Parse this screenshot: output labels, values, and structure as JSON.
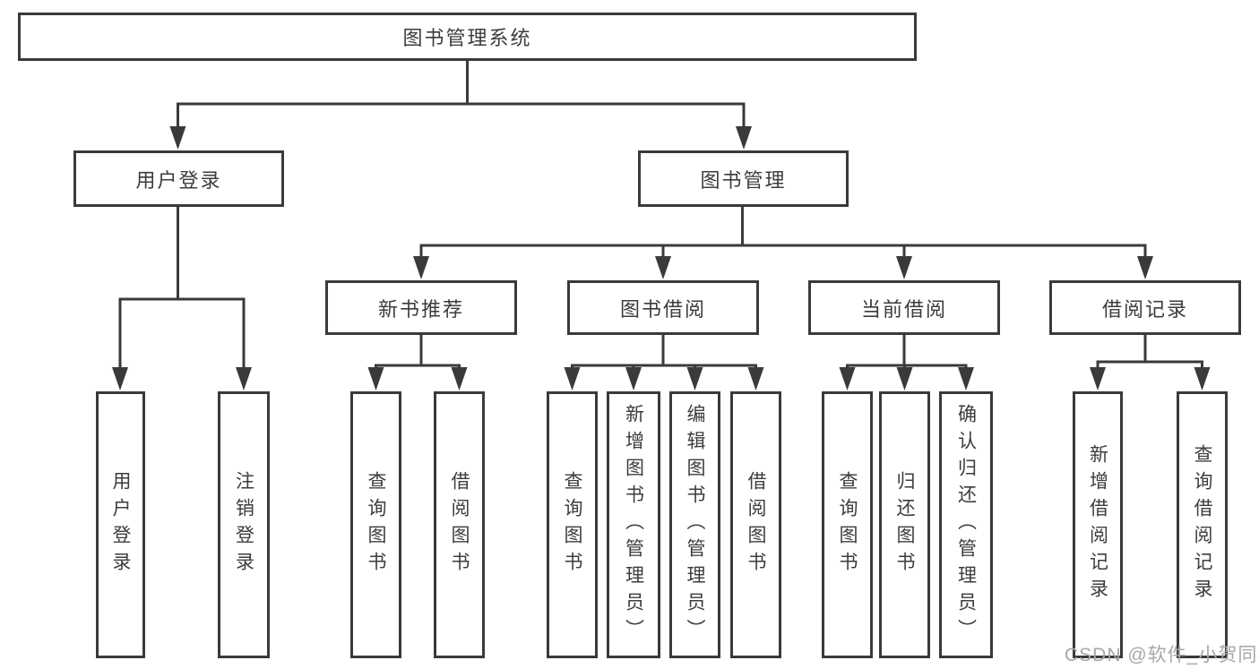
{
  "diagram": {
    "title": "图书管理系统",
    "root": {
      "label": "图书管理系统"
    },
    "branches": [
      {
        "label": "用户登录"
      },
      {
        "label": "图书管理"
      }
    ],
    "modules": [
      {
        "label": "新书推荐",
        "parent": "图书管理"
      },
      {
        "label": "图书借阅",
        "parent": "图书管理"
      },
      {
        "label": "当前借阅",
        "parent": "图书管理"
      },
      {
        "label": "借阅记录",
        "parent": "图书管理"
      }
    ],
    "leaves": [
      {
        "label": "用户登录",
        "parent": "用户登录"
      },
      {
        "label": "注销登录",
        "parent": "用户登录"
      },
      {
        "label": "查询图书",
        "parent": "新书推荐"
      },
      {
        "label": "借阅图书",
        "parent": "新书推荐"
      },
      {
        "label": "查询图书",
        "parent": "图书借阅"
      },
      {
        "label": "新增图书（管理员）",
        "parent": "图书借阅"
      },
      {
        "label": "编辑图书（管理员）",
        "parent": "图书借阅"
      },
      {
        "label": "借阅图书",
        "parent": "图书借阅"
      },
      {
        "label": "查询图书",
        "parent": "当前借阅"
      },
      {
        "label": "归还图书",
        "parent": "当前借阅"
      },
      {
        "label": "确认归还（管理员）",
        "parent": "当前借阅"
      },
      {
        "label": "新增借阅记录",
        "parent": "借阅记录"
      },
      {
        "label": "查询借阅记录",
        "parent": "借阅记录"
      }
    ]
  },
  "watermark": {
    "text": "CSDN @软件_小贺同学"
  },
  "colors": {
    "line": "#3a3a3a",
    "text": "#3c3c3c",
    "watermark": "#a7a7ab",
    "background": "#ffffff"
  }
}
